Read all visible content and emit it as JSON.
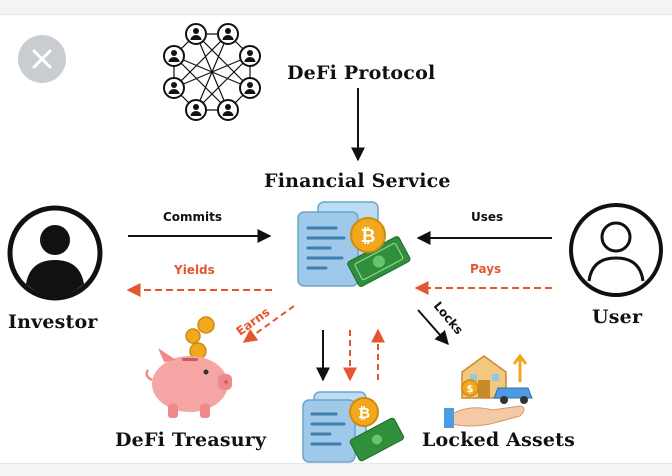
{
  "nodes": {
    "protocol": "DeFi Protocol",
    "service": "Financial Service",
    "investor": "Investor",
    "user": "User",
    "treasury": "DeFi Treasury",
    "locked": "Locked Assets"
  },
  "edges": {
    "commits": "Commits",
    "uses": "Uses",
    "yields": "Yields",
    "pays": "Pays",
    "earns": "Earns",
    "locks": "Locks"
  },
  "colors": {
    "accent_red": "#e4572e",
    "ink": "#111111",
    "coin_gold": "#f2a81d",
    "doc_blue": "#9ec9e8",
    "money_green": "#2f8f3a",
    "pig_pink": "#f6a5a5"
  }
}
